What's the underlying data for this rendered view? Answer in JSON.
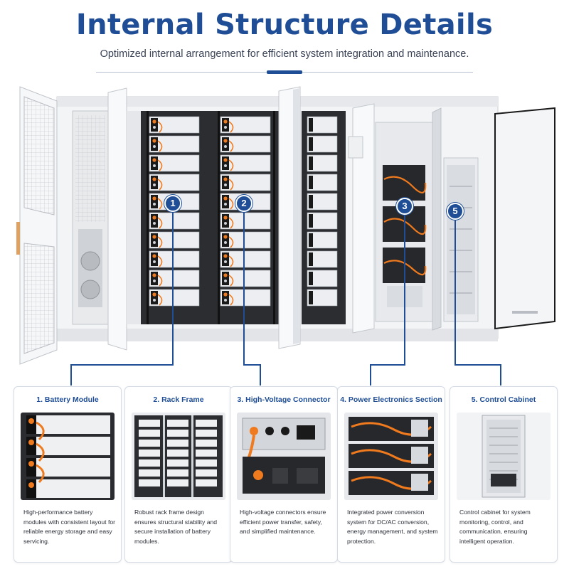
{
  "header": {
    "title": "Internal Structure Details",
    "subtitle": "Optimized internal arrangement for efficient system integration and maintenance."
  },
  "callouts": [
    "1",
    "2",
    "3",
    "5"
  ],
  "cards": [
    {
      "title": "1. Battery Module",
      "description": "High-performance battery modules with consistent layout for reliable energy storage and easy servicing."
    },
    {
      "title": "2. Rack Frame",
      "description": "Robust rack frame design ensures structural stability and secure installation of battery modules."
    },
    {
      "title": "3. High-Voltage Connector",
      "description": "High-voltage connectors ensure efficient power transfer, safety, and simplified maintenance."
    },
    {
      "title": "4. Power Electronics Section",
      "description": "Integrated power conversion system for DC/AC conversion, energy management, and system protection."
    },
    {
      "title": "5. Control Cabinet",
      "description": "Control cabinet for system monitoring, control, and communication, ensuring intelligent operation."
    }
  ],
  "colors": {
    "accent": "#1f4e96",
    "battery_module": "#f1f2f4",
    "cable": "#f07a1e",
    "frame": "#1a1a1a"
  }
}
